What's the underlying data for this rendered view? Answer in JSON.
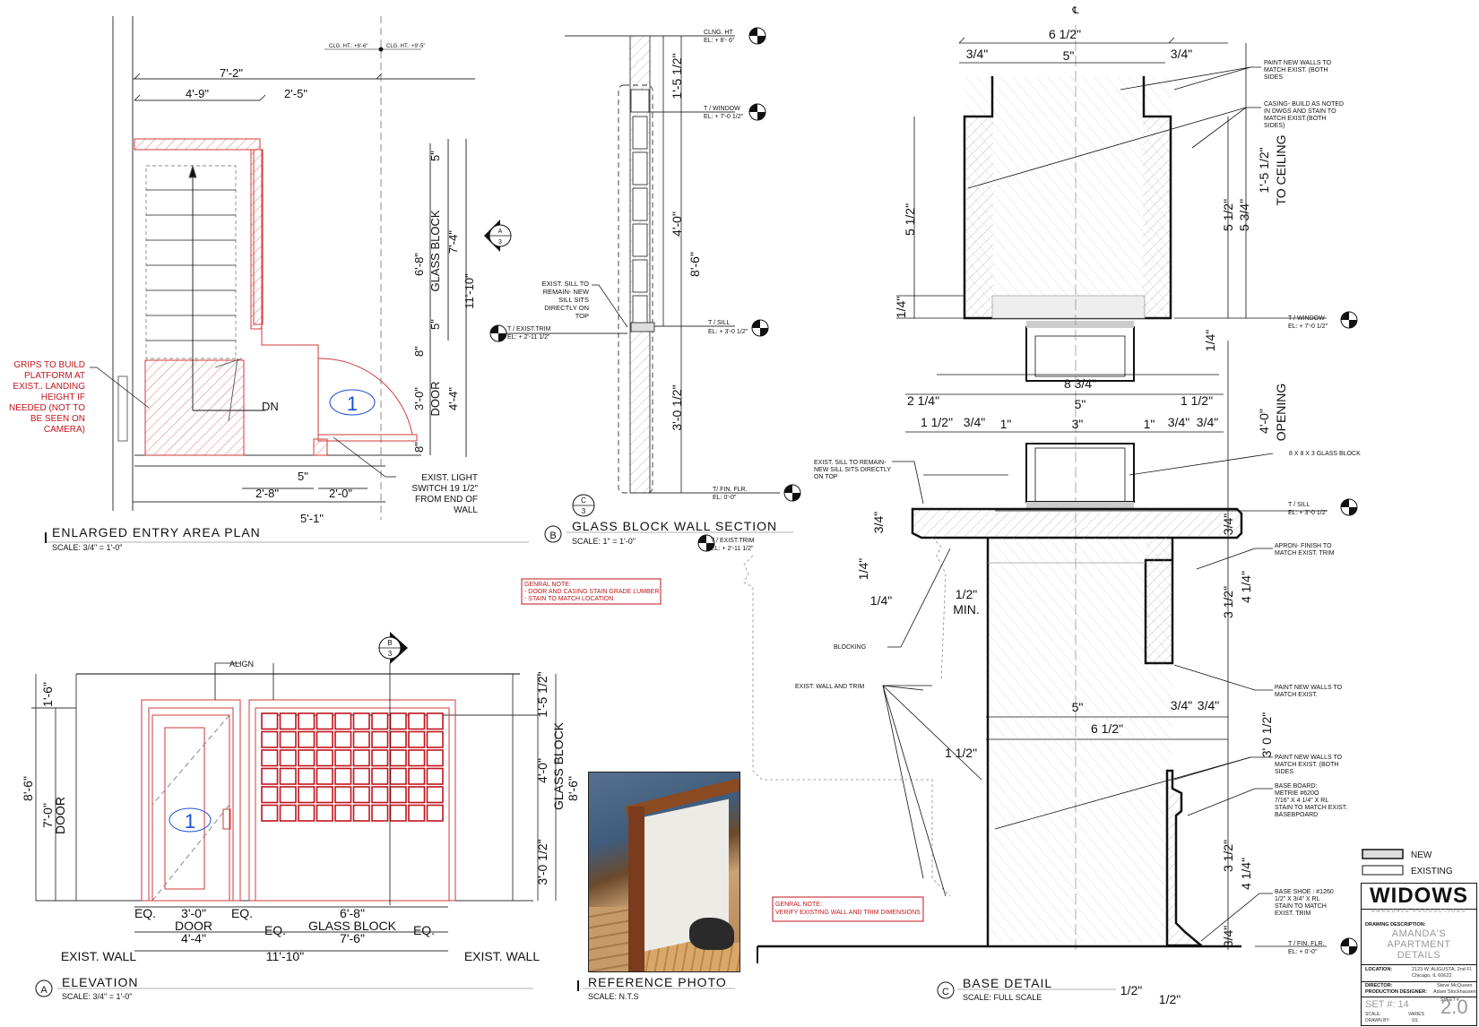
{
  "views": {
    "plan": {
      "title": "ENLARGED ENTRY AREA PLAN",
      "scale": "SCALE: 3/4\" = 1'-0\""
    },
    "section": {
      "title": "GLASS BLOCK WALL SECTION",
      "scale": "SCALE: 1\" = 1'-0\"",
      "bubble": "B"
    },
    "elevation": {
      "title": "ELEVATION",
      "scale": "SCALE: 3/4\" = 1'-0\"",
      "bubble": "A"
    },
    "photo": {
      "title": "REFERENCE PHOTO",
      "scale": "SCALE: N.T.S"
    },
    "base": {
      "title": "BASE DETAIL",
      "scale": "SCALE: FULL SCALE",
      "bubble": "C"
    }
  },
  "plan": {
    "clg_a": "CLG. HT.: +8'-6\"",
    "clg_b": "CLG. HT.: +9'-5\"",
    "d_72": "7'-2\"",
    "d_49": "4'-9\"",
    "d_25": "2'-5\"",
    "d_5a": "5\"",
    "d_68": "6'-8\"",
    "d_gb": "GLASS BLOCK",
    "d_74": "7'-4\"",
    "d_1110": "11'-10\"",
    "d_5b": "5\"",
    "d_8a": "8\"",
    "d_30": "3'-0\"",
    "d_door": "DOOR",
    "d_44": "4'-4\"",
    "d_8b": "8\"",
    "d_5c": "5\"",
    "d_28": "2'-8\"",
    "d_20": "2'-0\"",
    "d_51": "5'-1\"",
    "dn": "DN",
    "door_num": "1",
    "grips_note": [
      "GRIPS TO BUILD",
      "PLATFORM AT",
      "EXIST.. LANDING",
      "HEIGHT IF",
      "NEEDED (NOT TO",
      "BE SEEN ON",
      "CAMERA)"
    ],
    "switch_note": [
      "EXIST. LIGHT",
      "SWITCH 19 1/2\"",
      "FROM END OF",
      "WALL"
    ],
    "sec_top": "A",
    "sec_bot": "3"
  },
  "section": {
    "clng": "CLNG. HT",
    "clng_el": "EL: + 8'- 6\"",
    "twin": "T / WINDOW",
    "twin_el": "EL: + 7'-0 1/2\"",
    "tsill": "T / SILL",
    "tsill_el": "EL: + 3'-0 1/2\"",
    "tfin": "T/ FIN. FLR.",
    "tfin_el": "EL: 0'-0\"",
    "ttrim": "T / EXIST.TRIM",
    "ttrim_el": "EL: + 2'-11 1/2\"",
    "d_15": "1'-5 1/2\"",
    "d_40": "4'-0\"",
    "d_86": "8'-6\"",
    "d_30": "3'-0 1/2\"",
    "note": [
      "EXIST. SILL TO",
      "REMAIN- NEW",
      "SILL SITS",
      "DIRECTLY ON",
      "TOP"
    ],
    "detail_top": "C",
    "detail_bot": "3"
  },
  "general_note_1": [
    "GENRAL NOTE:",
    "- DOOR AND CASING STAIN GRADE LUMBER",
    "- STAIN TO MATCH LOCATION"
  ],
  "general_note_2": [
    "GENRAL NOTE:",
    "VERIFY EXISTING WALL AND TRIM DIMENSIONS"
  ],
  "elevation": {
    "align": "ALIGN",
    "sec_top": "B",
    "sec_bot": "3",
    "d_16": "1'-6\"",
    "d_86": "8'-6\"",
    "d_70": "7'-0\"",
    "d_door": "DOOR",
    "d_155": "1'-5 1/2\"",
    "d_40": "4'-0\"",
    "d_gb": "GLASS BLOCK",
    "d_86b": "8'-6\"",
    "d_305": "3'-0 1/2\"",
    "eq1": "EQ.",
    "d_30": "3'-0\"",
    "eq2": "EQ.",
    "door2": "DOOR",
    "d_44": "4'-4\"",
    "d_68": "6'-8\"",
    "gb2": "GLASS BLOCK",
    "eq3": "EQ.",
    "d_76": "7'-6\"",
    "eq4": "EQ.",
    "d_1110": "11'-10\"",
    "exist_l": "EXIST. WALL",
    "exist_r": "EXIST. WALL",
    "door_num": "1"
  },
  "base": {
    "cl": "℄",
    "d_612": "6 1/2\"",
    "d_34a": "3/4\"",
    "d_5": "5\"",
    "d_34b": "3/4\"",
    "d_512": "5 1/2\"",
    "d_14": "1/4\"",
    "d_512r": "5 1/2\"",
    "d_534": "5 3/4\"",
    "d_1512": "1'-5 1/2\"",
    "to_ceil": "TO CEILING",
    "d_14r": "1/4\"",
    "d_834": "8 3/4\"",
    "twin": "T / WINDOW",
    "twin_el": "EL: + 7'-0 1/2\"",
    "d_40": "4'-0\"",
    "opening": "OPENING",
    "d_214": "2 1/4\"",
    "d_5b": "5\"",
    "d_112": "1 1/2\"",
    "d_112b": "1 1/2\"",
    "d_34c": "3/4\"",
    "d_1a": "1\"",
    "d_3": "3\"",
    "d_1b": "1\"",
    "d_34d": "3/4\"",
    "d_34e": "3/4\"",
    "glassblock": "8 X 8 X 3 GLASS BLOCK",
    "tsill": "T / SILL",
    "tsill_el": "EL: + 3'-0 1/2\"",
    "sill_note": [
      "EXIST. SILL TO REMAIN-",
      "NEW SILL SITS DIRECTLY",
      "ON TOP"
    ],
    "ttrim": "T / EXIST.TRIM",
    "ttrim_el": "EL: + 2'-11 1/2\"",
    "d_34f": "3/4\"",
    "d_14b": "1/4\"",
    "d_14c": "1/4\"",
    "d_12min": "1/2\"",
    "min": "MIN.",
    "d_34g": "3/4\"",
    "apron": [
      "APRON- FINISH TO",
      "MATCH EXIST. TRIM"
    ],
    "d_312": "3 1/2\"",
    "d_414": "4 1/4\"",
    "blocking": "BLOCKING",
    "exist_wall": "EXIST. WALL AND TRIM",
    "paint2": [
      "PAINT NEW WALLS TO",
      "MATCH EXIST."
    ],
    "d_5c": "5\"",
    "d_34h": "3/4\"",
    "d_34i": "3/4\"",
    "d_612b": "6 1/2\"",
    "d_3012": "3' 0 1/2\"",
    "d_112c": "1 1/2\"",
    "paint1": [
      "PAINT NEW WALLS TO",
      "MATCH EXIST. (BOTH",
      "SIDES"
    ],
    "casing": [
      "CASING- BUILD AS NOTED",
      "IN DWGS AND STAIN TO",
      "MATCH EXIST.(BOTH",
      "SIDES)"
    ],
    "paint3": [
      "PAINT NEW WALLS TO",
      "MATCH EXIST. (BOTH",
      "SIDES"
    ],
    "baseboard": [
      "BASE BOARD:",
      "METRIE #620O",
      "7/16\" X 4 1/4\" X RL",
      "STAIN TO MATCH EXIST.",
      "BASEBPOARD"
    ],
    "d_312b": "3 1/2\"",
    "d_414b": "4 1/4\"",
    "d_34j": "3/4\"",
    "shoe": [
      "BASE SHOE : #1260",
      "1/2\" X 3/4\" X RL",
      "STAIN TO MATCH",
      "EXIST. TRIM"
    ],
    "tfin": "T / FIN. FLR.",
    "tfin_el": "EL: + 0'-0\"",
    "d_12a": "1/2\"",
    "d_12b": "1/2\""
  },
  "legend": {
    "new": "NEW",
    "existing": "EXISTING"
  },
  "titleblock": {
    "logo": "WIDOWS",
    "sub": "AMANDALE PRODUCTIONS",
    "desc_label": "DRAWING DESCRIPTION:",
    "desc": [
      "AMANDA'S",
      "APARTMENT",
      "DETAILS"
    ],
    "loc_label": "LOCATION:",
    "loc": [
      "2123 W. AUGUSTA, 2nd Fl.",
      "Chicago, IL 60622"
    ],
    "dir_label": "DIRECTOR:",
    "dir": "Steve McQueen",
    "pd_label": "PRODUCTION DESIGNER:",
    "pd": "Adam Stockhausen",
    "set_label": "SET #:",
    "set": "14",
    "sheet_label": "SHEET #",
    "sheet": "2.0",
    "scale_label": "SCALE:",
    "scale": "VARIES",
    "drawn_label": "DRAWN BY:",
    "drawn": "SS"
  }
}
